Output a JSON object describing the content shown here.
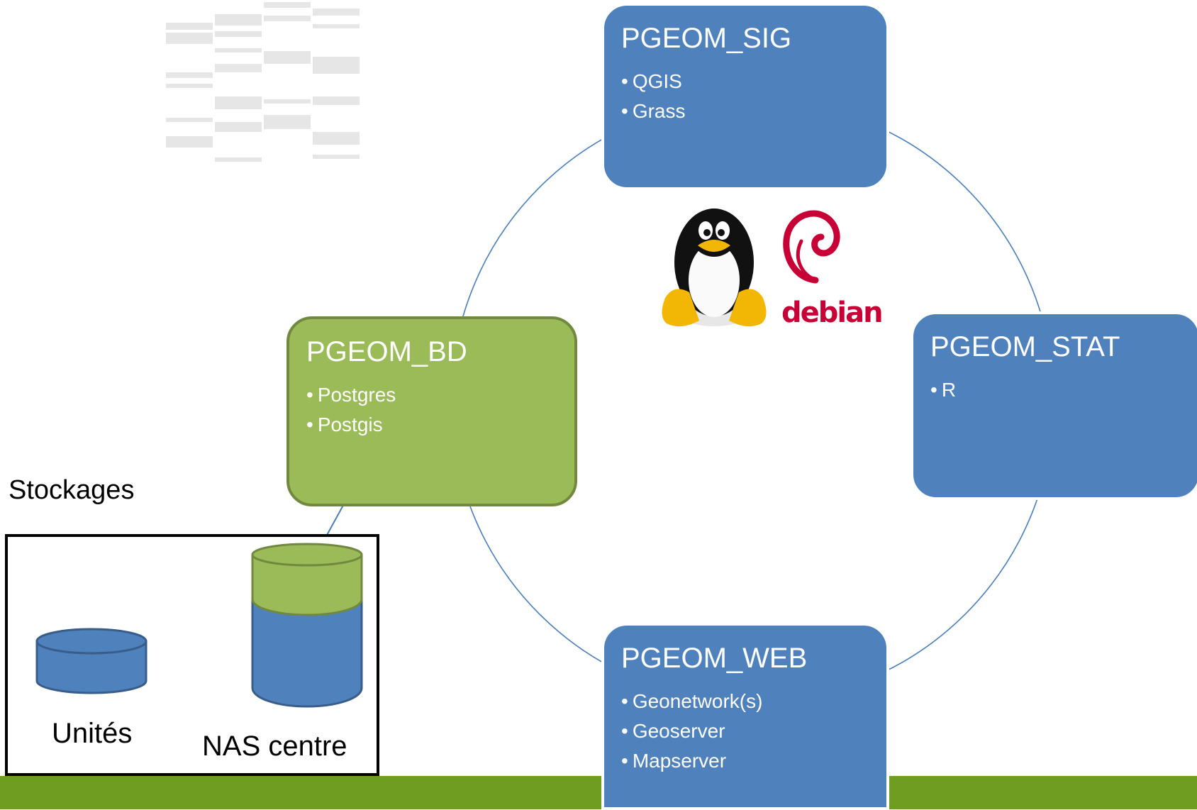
{
  "diagram": {
    "nodes": [
      {
        "id": "sig",
        "title": "PGEOM_SIG",
        "items": [
          "QGIS",
          "Grass"
        ]
      },
      {
        "id": "bd",
        "title": "PGEOM_BD",
        "items": [
          "Postgres",
          "Postgis"
        ]
      },
      {
        "id": "stat",
        "title": "PGEOM_STAT",
        "items": [
          "R"
        ]
      },
      {
        "id": "web",
        "title": "PGEOM_WEB",
        "items": [
          "Geonetwork(s)",
          "Geoserver",
          "Mapserver"
        ]
      }
    ],
    "logos": {
      "tux": "tux-penguin-icon",
      "debian": {
        "icon": "debian-swirl-icon",
        "wordmark": "debian"
      }
    }
  },
  "storage": {
    "title": "Stockages",
    "units_label": "Unités",
    "nas_label": "NAS centre"
  },
  "colors": {
    "blue": "#4f81bd",
    "green": "#9bbb59",
    "green_border": "#71893f",
    "footer": "#6e9d22",
    "debian_red": "#c70036"
  }
}
